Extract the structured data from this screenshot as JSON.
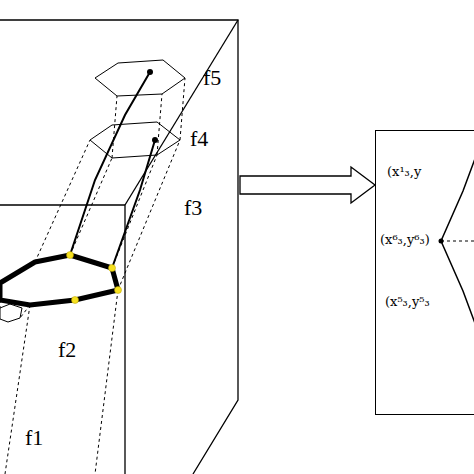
{
  "diagram": {
    "nodes": [
      {
        "text": [
          "f5",
          "f4",
          "f3",
          "f2",
          "f1"
        ]
      },
      {
        "text": [
          "(x¹₃,y",
          "(x⁶₃,y⁶₃)",
          "(x⁵₃,y⁵₃"
        ]
      }
    ],
    "edges": [
      {
        "from": 0,
        "to": 1,
        "arrow": "to"
      }
    ]
  }
}
